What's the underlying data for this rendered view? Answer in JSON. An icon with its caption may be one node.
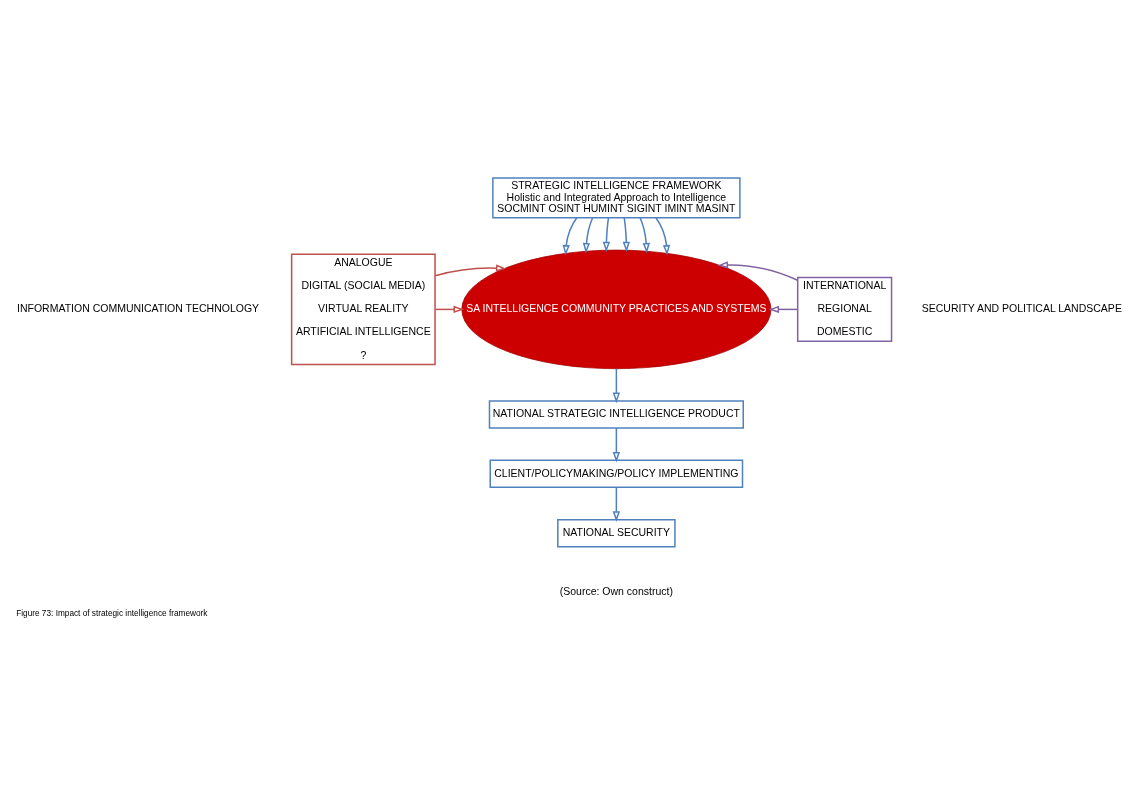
{
  "diagram": {
    "caption": "Figure 73: Impact of strategic intelligence framework",
    "nodes": [
      {
        "text": [
          "STRATEGIC INTELLIGENCE FRAMEWORK",
          "Holistic and Integrated Approach to Intelligence",
          "SOCMINT OSINT HUMINT SIGINT IMINT MASINT"
        ]
      },
      {
        "text": [
          "SA INTELLIGENCE COMMUNITY PRACTICES AND SYSTEMS"
        ]
      },
      {
        "text": [
          "ANALOGUE",
          "DIGITAL (SOCIAL MEDIA)",
          "VIRTUAL REALITY",
          "ARTIFICIAL INTELLIGENCE",
          "?"
        ]
      },
      {
        "text": [
          "INTERNATIONAL",
          "REGIONAL",
          "DOMESTIC"
        ]
      },
      {
        "text": [
          "NATIONAL STRATEGIC INTELLIGENCE PRODUCT"
        ]
      },
      {
        "text": [
          "CLIENT/POLICYMAKING/POLICY IMPLEMENTING"
        ]
      },
      {
        "text": [
          "NATIONAL SECURITY"
        ]
      }
    ],
    "edges": [
      {
        "from": 0,
        "to": 1,
        "arrow": "to"
      },
      {
        "from": 0,
        "to": 1,
        "arrow": "to"
      },
      {
        "from": 0,
        "to": 1,
        "arrow": "to"
      },
      {
        "from": 0,
        "to": 1,
        "arrow": "to"
      },
      {
        "from": 0,
        "to": 1,
        "arrow": "to"
      },
      {
        "from": 0,
        "to": 1,
        "arrow": "to"
      },
      {
        "from": 2,
        "to": 1,
        "arrow": "to",
        "color": "#c0504d"
      },
      {
        "from": 2,
        "to": 1,
        "arrow": "to",
        "color": "#c0504d"
      },
      {
        "from": 3,
        "to": 1,
        "arrow": "to",
        "color": "#8064a2"
      },
      {
        "from": 3,
        "to": 1,
        "arrow": "to",
        "color": "#8064a2"
      },
      {
        "from": 1,
        "to": 4,
        "arrow": "to"
      },
      {
        "from": 4,
        "to": 5,
        "arrow": "to"
      },
      {
        "from": 5,
        "to": 6,
        "arrow": "to"
      }
    ],
    "labels": [
      "INFORMATION COMMUNICATION TECHNOLOGY",
      "SECURITY AND POLITICAL LANDSCAPE",
      "(Source: Own construct)"
    ]
  }
}
